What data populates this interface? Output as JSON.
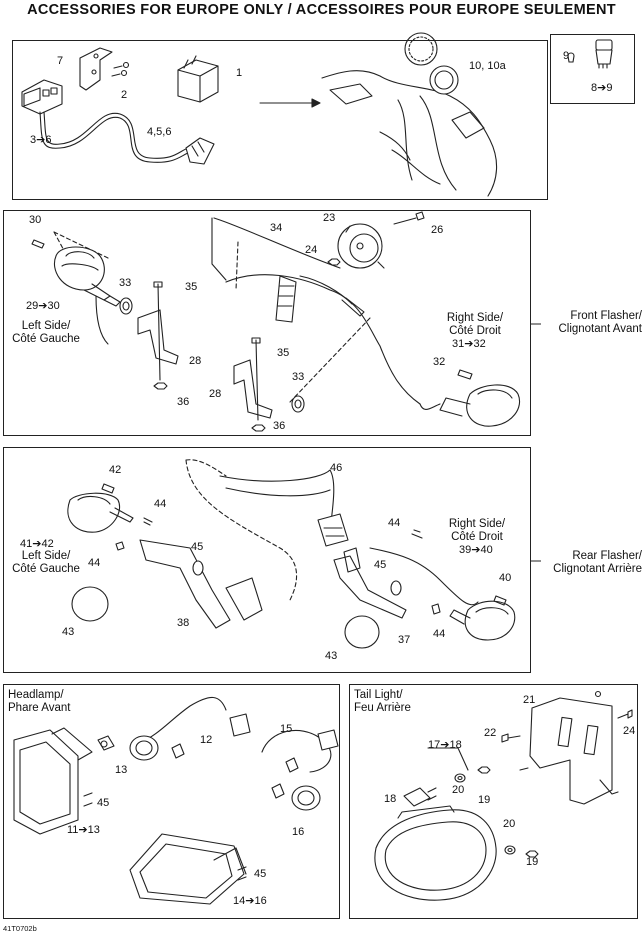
{
  "page_title": "ACCESSORIES FOR EUROPE ONLY / ACCESSOIRES POUR EUROPE SEULEMENT",
  "reference_code": "41T0702b",
  "sections": {
    "top": {
      "callouts": [
        "7",
        "1",
        "2",
        "3➔6",
        "4,5,6",
        "10, 10a",
        "9",
        "8➔9"
      ]
    },
    "front_flasher": {
      "label_en": "Front Flasher/",
      "label_fr": "Clignotant Avant",
      "left_side_en": "Left Side/",
      "left_side_fr": "Côté Gauche",
      "right_side_en": "Right Side/",
      "right_side_fr": "Côté Droit",
      "callouts": [
        "30",
        "29➔30",
        "33",
        "35",
        "28",
        "36",
        "34",
        "23",
        "24",
        "26",
        "31➔32",
        "32",
        "35",
        "28",
        "33",
        "36"
      ]
    },
    "rear_flasher": {
      "label_en": "Rear Flasher/",
      "label_fr": "Clignotant Arrière",
      "left_side_en": "Left Side/",
      "left_side_fr": "Côté Gauche",
      "right_side_en": "Right Side/",
      "right_side_fr": "Côté Droit",
      "callouts": [
        "42",
        "41➔42",
        "44",
        "44",
        "45",
        "38",
        "43",
        "46",
        "44",
        "39➔40",
        "40",
        "45",
        "37",
        "44",
        "43"
      ]
    },
    "headlamp": {
      "title_en": "Headlamp/",
      "title_fr": "Phare Avant",
      "callouts": [
        "12",
        "15",
        "13",
        "45",
        "11➔13",
        "16",
        "45",
        "14➔16"
      ]
    },
    "tail_light": {
      "title_en": "Tail Light/",
      "title_fr": "Feu Arrière",
      "callouts": [
        "21",
        "22",
        "24",
        "17➔18",
        "18",
        "20",
        "19",
        "20",
        "19"
      ]
    }
  }
}
